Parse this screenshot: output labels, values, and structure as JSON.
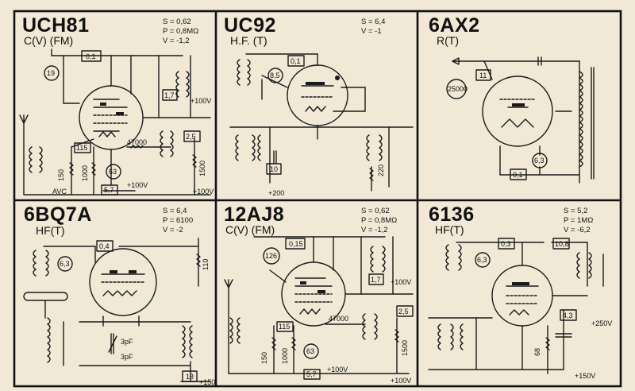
{
  "panels": [
    {
      "tube": "UCH81",
      "mode": "C(V) (FM)",
      "specs": [
        "S = 0,62",
        "P = 0,8MΩ",
        "V = -1,2"
      ],
      "labels": {
        "a": "0,1",
        "b": "19",
        "c": "1,7",
        "d": "+100V",
        "e": "2,5",
        "f": "115",
        "g": "47000",
        "h": "150",
        "i": "1000",
        "j": "63",
        "k": "5,7",
        "l": "+100V",
        "m": "1500",
        "n": "+100V",
        "o": "AVC"
      }
    },
    {
      "tube": "UC92",
      "mode": "H.F. (T)",
      "specs": [
        "S = 6,4",
        "V = -1"
      ],
      "labels": {
        "a": "0,1",
        "b": "8,5",
        "c": "10",
        "d": "+200",
        "e": "220"
      }
    },
    {
      "tube": "6AX2",
      "mode": "R(T)",
      "specs": [],
      "labels": {
        "a": "11",
        "b": "25000",
        "c": "6,3",
        "d": "0,1"
      }
    },
    {
      "tube": "6BQ7A",
      "mode": "HF(T)",
      "specs": [
        "S = 6,4",
        "P = 6100",
        "V = -2"
      ],
      "labels": {
        "a": "0,4",
        "b": "6,3",
        "c": "110",
        "d": "3pF",
        "e": "3pF",
        "f": "18",
        "g": "+150"
      }
    },
    {
      "tube": "12AJ8",
      "mode": "C(V) (FM)",
      "specs": [
        "S = 0,62",
        "P = 0,8MΩ",
        "V = -1,2"
      ],
      "labels": {
        "a": "0,15",
        "b": "126",
        "c": "1,7",
        "d": "+100V",
        "e": "2,5",
        "f": "115",
        "g": "47000",
        "h": "150",
        "i": "1000",
        "j": "63",
        "k": "5,7",
        "l": "+100V",
        "m": "1500",
        "n": "+100V"
      }
    },
    {
      "tube": "6136",
      "mode": "HF(T)",
      "specs": [
        "S = 5,2",
        "P = 1MΩ",
        "V = -6,2"
      ],
      "labels": {
        "a": "0,3",
        "b": "6,3",
        "c": "10,8",
        "d": "4,3",
        "e": "+250V",
        "f": "68",
        "g": "+150V"
      }
    }
  ]
}
